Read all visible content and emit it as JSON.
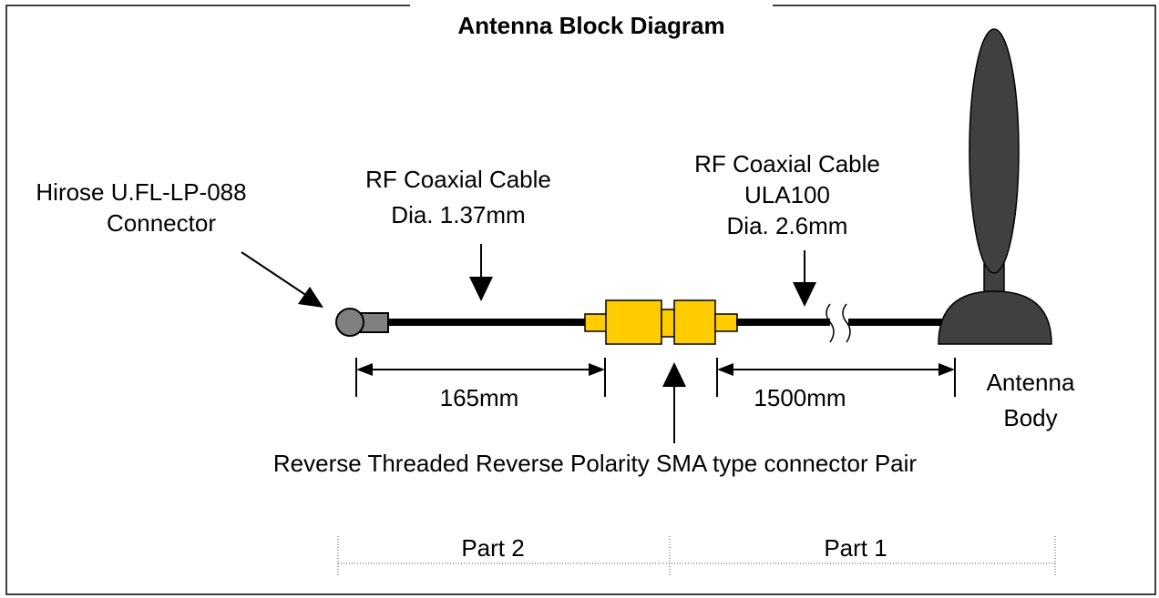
{
  "title": "Antenna Block Diagram",
  "labels": {
    "connector_line1": "Hirose U.FL-LP-088",
    "connector_line2": "Connector",
    "cable1_line1": "RF Coaxial Cable",
    "cable1_line2": "Dia. 1.37mm",
    "cable2_line1": "RF Coaxial Cable",
    "cable2_line2": "ULA100",
    "cable2_line3": "Dia. 2.6mm",
    "antenna_line1": "Antenna",
    "antenna_line2": "Body",
    "sma_pair": "Reverse Threaded Reverse Polarity SMA type connector Pair"
  },
  "dimensions": {
    "part2_length": "165mm",
    "part1_length": "1500mm"
  },
  "parts": {
    "part2": "Part 2",
    "part1": "Part 1"
  },
  "colors": {
    "cable": "#000000",
    "connector_gold": "#ffcc00",
    "hirose_body": "#808080",
    "antenna_body": "#404040"
  }
}
